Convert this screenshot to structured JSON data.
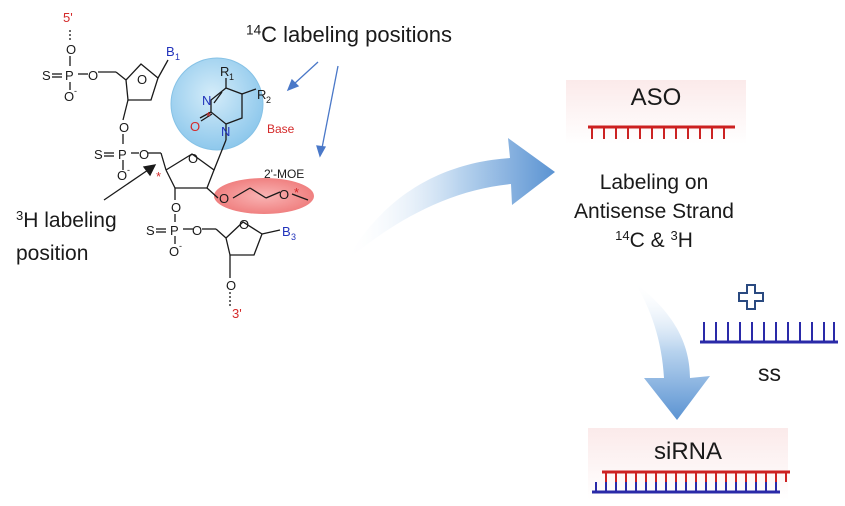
{
  "structure": {
    "five_prime": "5'",
    "three_prime": "3'",
    "phosphate_s": "S",
    "phosphate_p": "P",
    "phosphate_o": "O",
    "phosphate_o_minus": "O",
    "superscript_minus": "-",
    "base1": "B",
    "base1_sub": "1",
    "base3": "B",
    "base3_sub": "3",
    "r1": "R",
    "r1_sub": "1",
    "r2": "R",
    "r2_sub": "2",
    "ring_n": "N",
    "carbonyl_o": "O",
    "base_label": "Base",
    "moe_label": "2'-MOE",
    "ether_o": "O",
    "label_star": "*"
  },
  "labels": {
    "c14_sup": "14",
    "c14_text": "C labeling positions",
    "h3_sup": "3",
    "h3_line1": "H labeling",
    "h3_line2": "position"
  },
  "aso_panel": {
    "title": "ASO",
    "line1": "Labeling on",
    "line2": "Antisense Strand",
    "c_sup": "14",
    "c_text": "C & ",
    "h_sup": "3",
    "h_text": "H"
  },
  "ss_panel": {
    "plus_symbol": "+",
    "label": "ss"
  },
  "sirna_panel": {
    "title": "siRNA"
  },
  "colors": {
    "text": "#1a1a1a",
    "red": "#d42a2a",
    "blue_text": "#2233bb",
    "strand_red": "#cc2222",
    "strand_blue": "#2a2aa8",
    "arrow_blue": "#4a78c8",
    "base_circle": "#a9d6f0",
    "moe_ellipse": "#f28a8a"
  }
}
